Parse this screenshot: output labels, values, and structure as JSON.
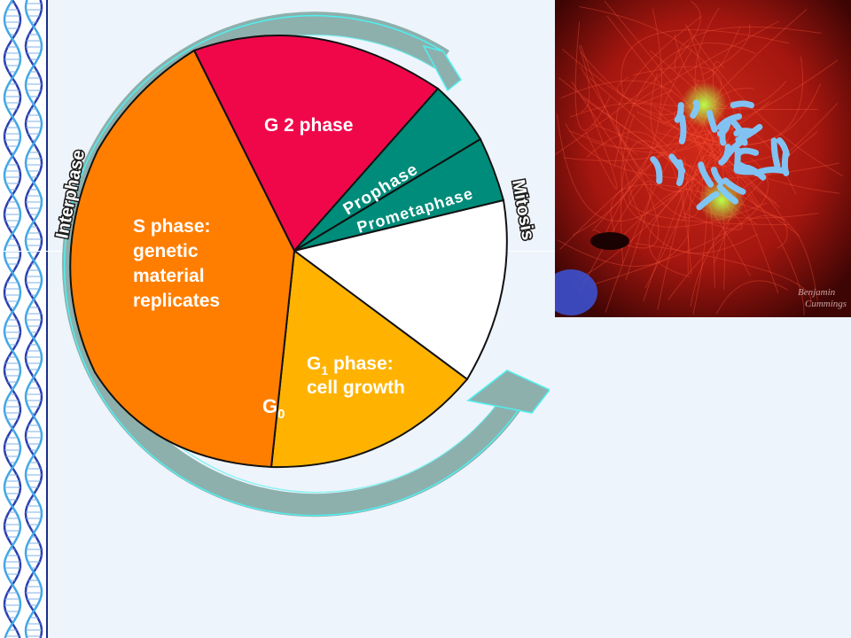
{
  "diagram": {
    "segments": {
      "g2": "G 2 phase",
      "prophase": "Prophase",
      "prometaphase": "Prometaphase",
      "s_phase": [
        "S phase:",
        "genetic",
        "material",
        "replicates"
      ],
      "g1": {
        "main": "G",
        "sub": "1",
        "rest": " phase:",
        "line2": "cell growth"
      },
      "g0": {
        "main": "G",
        "sub": "0"
      }
    },
    "ring_labels": {
      "interphase": "Interphase",
      "mitosis": "Mitosis"
    },
    "colors": {
      "g2": "#f0074a",
      "s_phase": "#ff7e00",
      "g1": "#ffb300",
      "prophase": "#008c7a",
      "prometaphase": "#008c7a",
      "mitosis_rest": "#ffffff",
      "ring": "#8db0ad"
    }
  },
  "micrograph": {
    "credit": [
      "Benjamin",
      "Cummings"
    ]
  },
  "decor": {
    "dna_strip_icon": "dna-double-helix-icon"
  }
}
